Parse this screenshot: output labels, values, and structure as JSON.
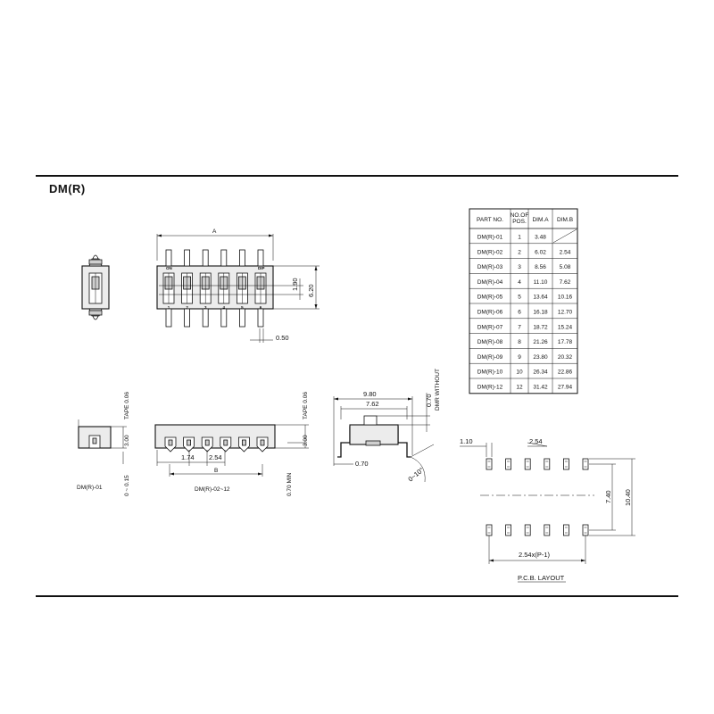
{
  "heading": "DM(R)",
  "table": {
    "headers": [
      "PART NO.",
      "NO.OF POS.",
      "DIM.A",
      "DIM.B"
    ],
    "rows": [
      [
        "DM(R)-01",
        "1",
        "3.48",
        ""
      ],
      [
        "DM(R)-02",
        "2",
        "6.02",
        "2.54"
      ],
      [
        "DM(R)-03",
        "3",
        "8.56",
        "5.08"
      ],
      [
        "DM(R)-04",
        "4",
        "11.10",
        "7.62"
      ],
      [
        "DM(R)-05",
        "5",
        "13.64",
        "10.16"
      ],
      [
        "DM(R)-06",
        "6",
        "16.18",
        "12.70"
      ],
      [
        "DM(R)-07",
        "7",
        "18.72",
        "15.24"
      ],
      [
        "DM(R)-08",
        "8",
        "21.26",
        "17.78"
      ],
      [
        "DM(R)-09",
        "9",
        "23.80",
        "20.32"
      ],
      [
        "DM(R)-10",
        "10",
        "26.34",
        "22.86"
      ],
      [
        "DM(R)-12",
        "12",
        "31.42",
        "27.94"
      ]
    ]
  },
  "top_view": {
    "dim_a": "A",
    "dim_190": "1.90",
    "dim_620": "6.20",
    "dim_050": "0.50",
    "on_label": "ON",
    "dip_label": "DIP",
    "switch_numbers": [
      "1",
      "2",
      "3",
      "4",
      "5",
      "6"
    ]
  },
  "side_view": {
    "tape_left": "TAPE 0.06",
    "tape_right": "TAPE 0.06",
    "dim_300_left": "3.00",
    "dim_300_right": "3.00",
    "dim_015": "0 ~ 0.15",
    "dim_070_min": "0.70 MIN",
    "dim_174": "1.74",
    "dim_254": "2.54",
    "dim_b": "B",
    "caption_single": "DM(R)-01",
    "caption_multi": "DM(R)-02~12"
  },
  "end_view": {
    "dim_980": "9.80",
    "dim_762": "7.62",
    "dim_070_top": "0.70",
    "dmr_without": "DMR WITHOUT",
    "dim_070_bottom": "0.70",
    "angle": "0~10°"
  },
  "pcb_layout": {
    "dim_110": "1.10",
    "dim_254": "2.54",
    "dim_740": "7.40",
    "dim_1040": "10.40",
    "dim_pitch": "2.54x(P-1)",
    "caption": "P.C.B. LAYOUT"
  }
}
